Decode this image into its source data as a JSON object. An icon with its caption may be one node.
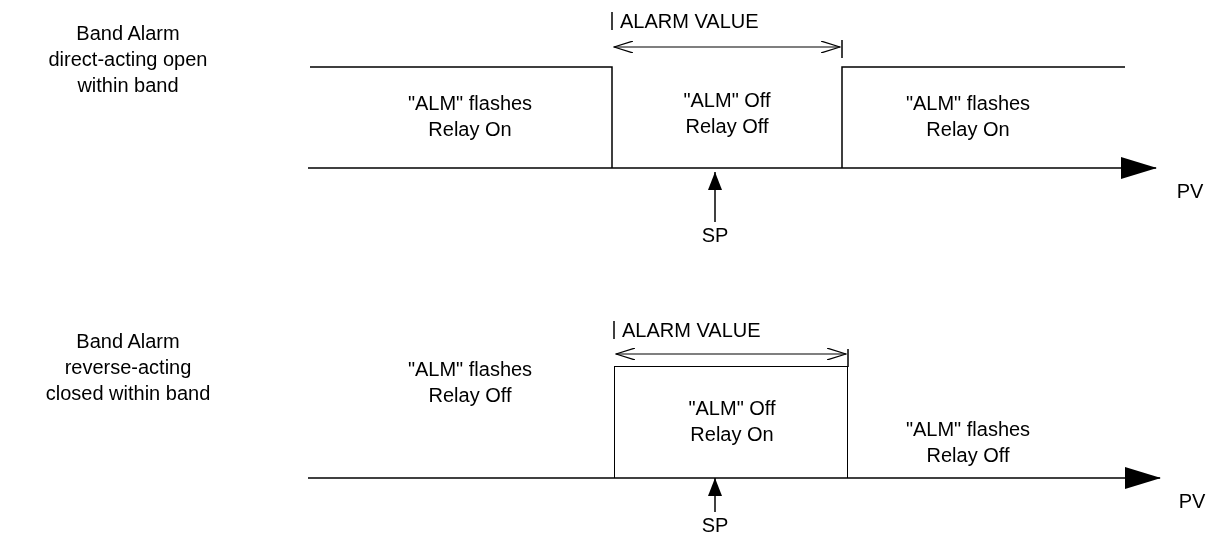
{
  "diagram": {
    "nodes": [
      {
        "text": [
          "SP"
        ]
      },
      {
        "text": [
          "\"ALM\" Off Relay On"
        ]
      },
      {
        "text": [
          "SP"
        ]
      }
    ],
    "edges": [
      {
        "from": 0,
        "to": null,
        "arrow": "to"
      },
      {
        "from": 2,
        "to": 1,
        "arrow": "to"
      }
    ],
    "labels": [
      "ALARM VALUE",
      "Band Alarm direct-acting open within band",
      "\"ALM\" flashes Relay On",
      "\"ALM\" Off Relay Off",
      "\"ALM\" flashes Relay On",
      "PV",
      "ALARM VALUE",
      "Band Alarm reverse-acting closed within band",
      "\"ALM\" flashes Relay Off",
      "\"ALM\" flashes Relay Off",
      "PV"
    ]
  }
}
